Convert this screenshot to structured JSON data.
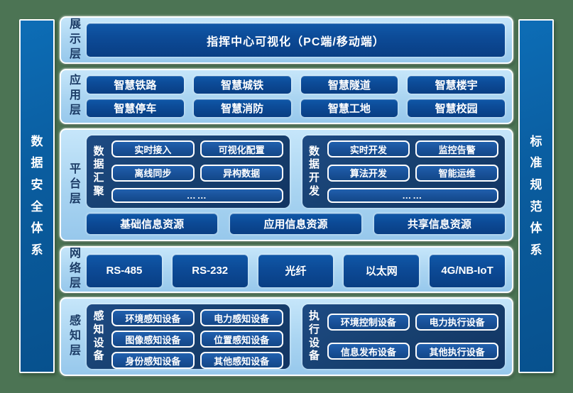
{
  "sidebars": {
    "left": "数据安全体系",
    "right": "标准规范体系"
  },
  "layers": [
    {
      "name": "展示层",
      "items": [
        "指挥中心可视化（PC端/移动端）"
      ]
    },
    {
      "name": "应用层",
      "items": [
        "智慧铁路",
        "智慧城铁",
        "智慧隧道",
        "智慧楼宇",
        "智慧停车",
        "智慧消防",
        "智慧工地",
        "智慧校园"
      ]
    },
    {
      "name": "平台层",
      "groups": [
        {
          "label": "数据汇聚",
          "items": [
            "实时接入",
            "可视化配置",
            "离线同步",
            "异构数据",
            "……"
          ]
        },
        {
          "label": "数据开发",
          "items": [
            "实时开发",
            "监控告警",
            "算法开发",
            "智能运维",
            "……"
          ]
        }
      ],
      "resources": [
        "基础信息资源",
        "应用信息资源",
        "共享信息资源"
      ]
    },
    {
      "name": "网络层",
      "items": [
        "RS-485",
        "RS-232",
        "光纤",
        "以太网",
        "4G/NB-IoT"
      ]
    },
    {
      "name": "感知层",
      "groups": [
        {
          "label": "感知设备",
          "items": [
            "环境感知设备",
            "电力感知设备",
            "图像感知设备",
            "位置感知设备",
            "身份感知设备",
            "其他感知设备"
          ]
        },
        {
          "label": "执行设备",
          "items": [
            "环境控制设备",
            "电力执行设备",
            "信息发布设备",
            "其他执行设备"
          ]
        }
      ]
    }
  ],
  "colors": {
    "background_green": "#4c7454",
    "panel_light_blue": "#a9d4f1",
    "box_navy": "#0c4a96",
    "group_container_navy": "#17406f",
    "pillar_blue": "#0a5c9e",
    "panel_label_text": "#1c3c66",
    "box_text": "#ffffff"
  }
}
